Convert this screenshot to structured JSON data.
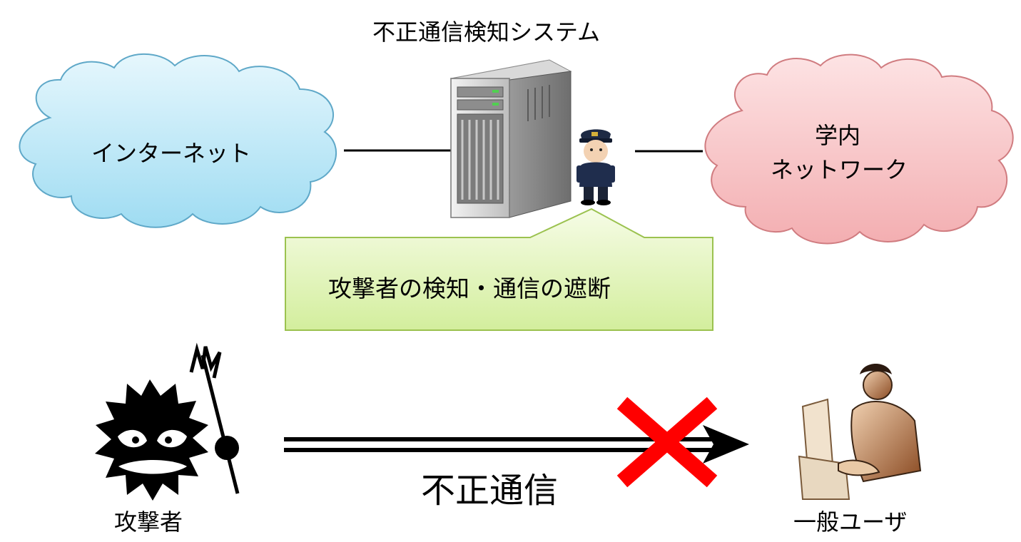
{
  "title": "不正通信検知システム",
  "internet": {
    "label": "インターネット",
    "icon": "cloud-icon",
    "color": "#bfe9f7"
  },
  "campus_network": {
    "line1": "学内",
    "line2": "ネットワーク",
    "icon": "cloud-icon",
    "color": "#f7c7c9"
  },
  "detector": {
    "icon": "server-icon",
    "guard_icon": "police-officer-icon"
  },
  "callout": {
    "text": "攻撃者の検知・通信の遮断",
    "color": "#dff3b4"
  },
  "attacker": {
    "label": "攻撃者",
    "icon": "devil-virus-icon"
  },
  "general_user": {
    "label": "一般ユーザ",
    "icon": "computer-user-icon"
  },
  "illegal_traffic": {
    "label": "不正通信",
    "block_icon": "red-x-icon",
    "block_color": "#ff0000"
  }
}
